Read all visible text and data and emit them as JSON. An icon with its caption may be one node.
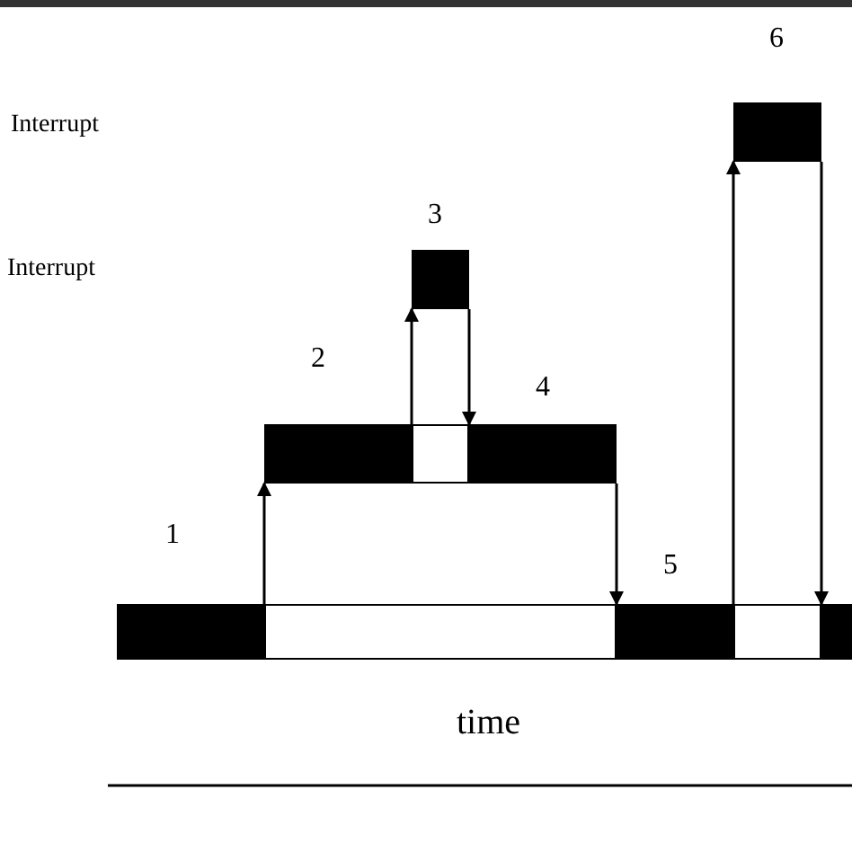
{
  "diagram": {
    "nodes": [
      {
        "text": [],
        "shape": "bar"
      },
      {
        "text": [],
        "shape": "bar"
      },
      {
        "text": [],
        "shape": "bar"
      },
      {
        "text": [],
        "shape": "bar"
      },
      {
        "text": [],
        "shape": "bar"
      },
      {
        "text": [],
        "shape": "bar"
      },
      {
        "text": [],
        "shape": "bar"
      },
      {
        "text": [],
        "shape": "bar"
      },
      {
        "text": [],
        "shape": "bar"
      },
      {
        "text": [],
        "shape": "bar"
      }
    ],
    "edges": [
      {
        "from": 1,
        "to": 5,
        "arrow": "to"
      },
      {
        "from": 6,
        "to": 8,
        "arrow": "to"
      },
      {
        "from": 8,
        "to": 7,
        "arrow": "to"
      },
      {
        "from": 7,
        "to": 2,
        "arrow": "to"
      },
      {
        "from": 3,
        "to": 9,
        "arrow": "to"
      },
      {
        "from": 9,
        "to": 4,
        "arrow": "to"
      }
    ],
    "labels": [
      "6",
      "Interrupt",
      "3",
      "Interrupt",
      "2",
      "4",
      "1",
      "5",
      "time"
    ]
  }
}
